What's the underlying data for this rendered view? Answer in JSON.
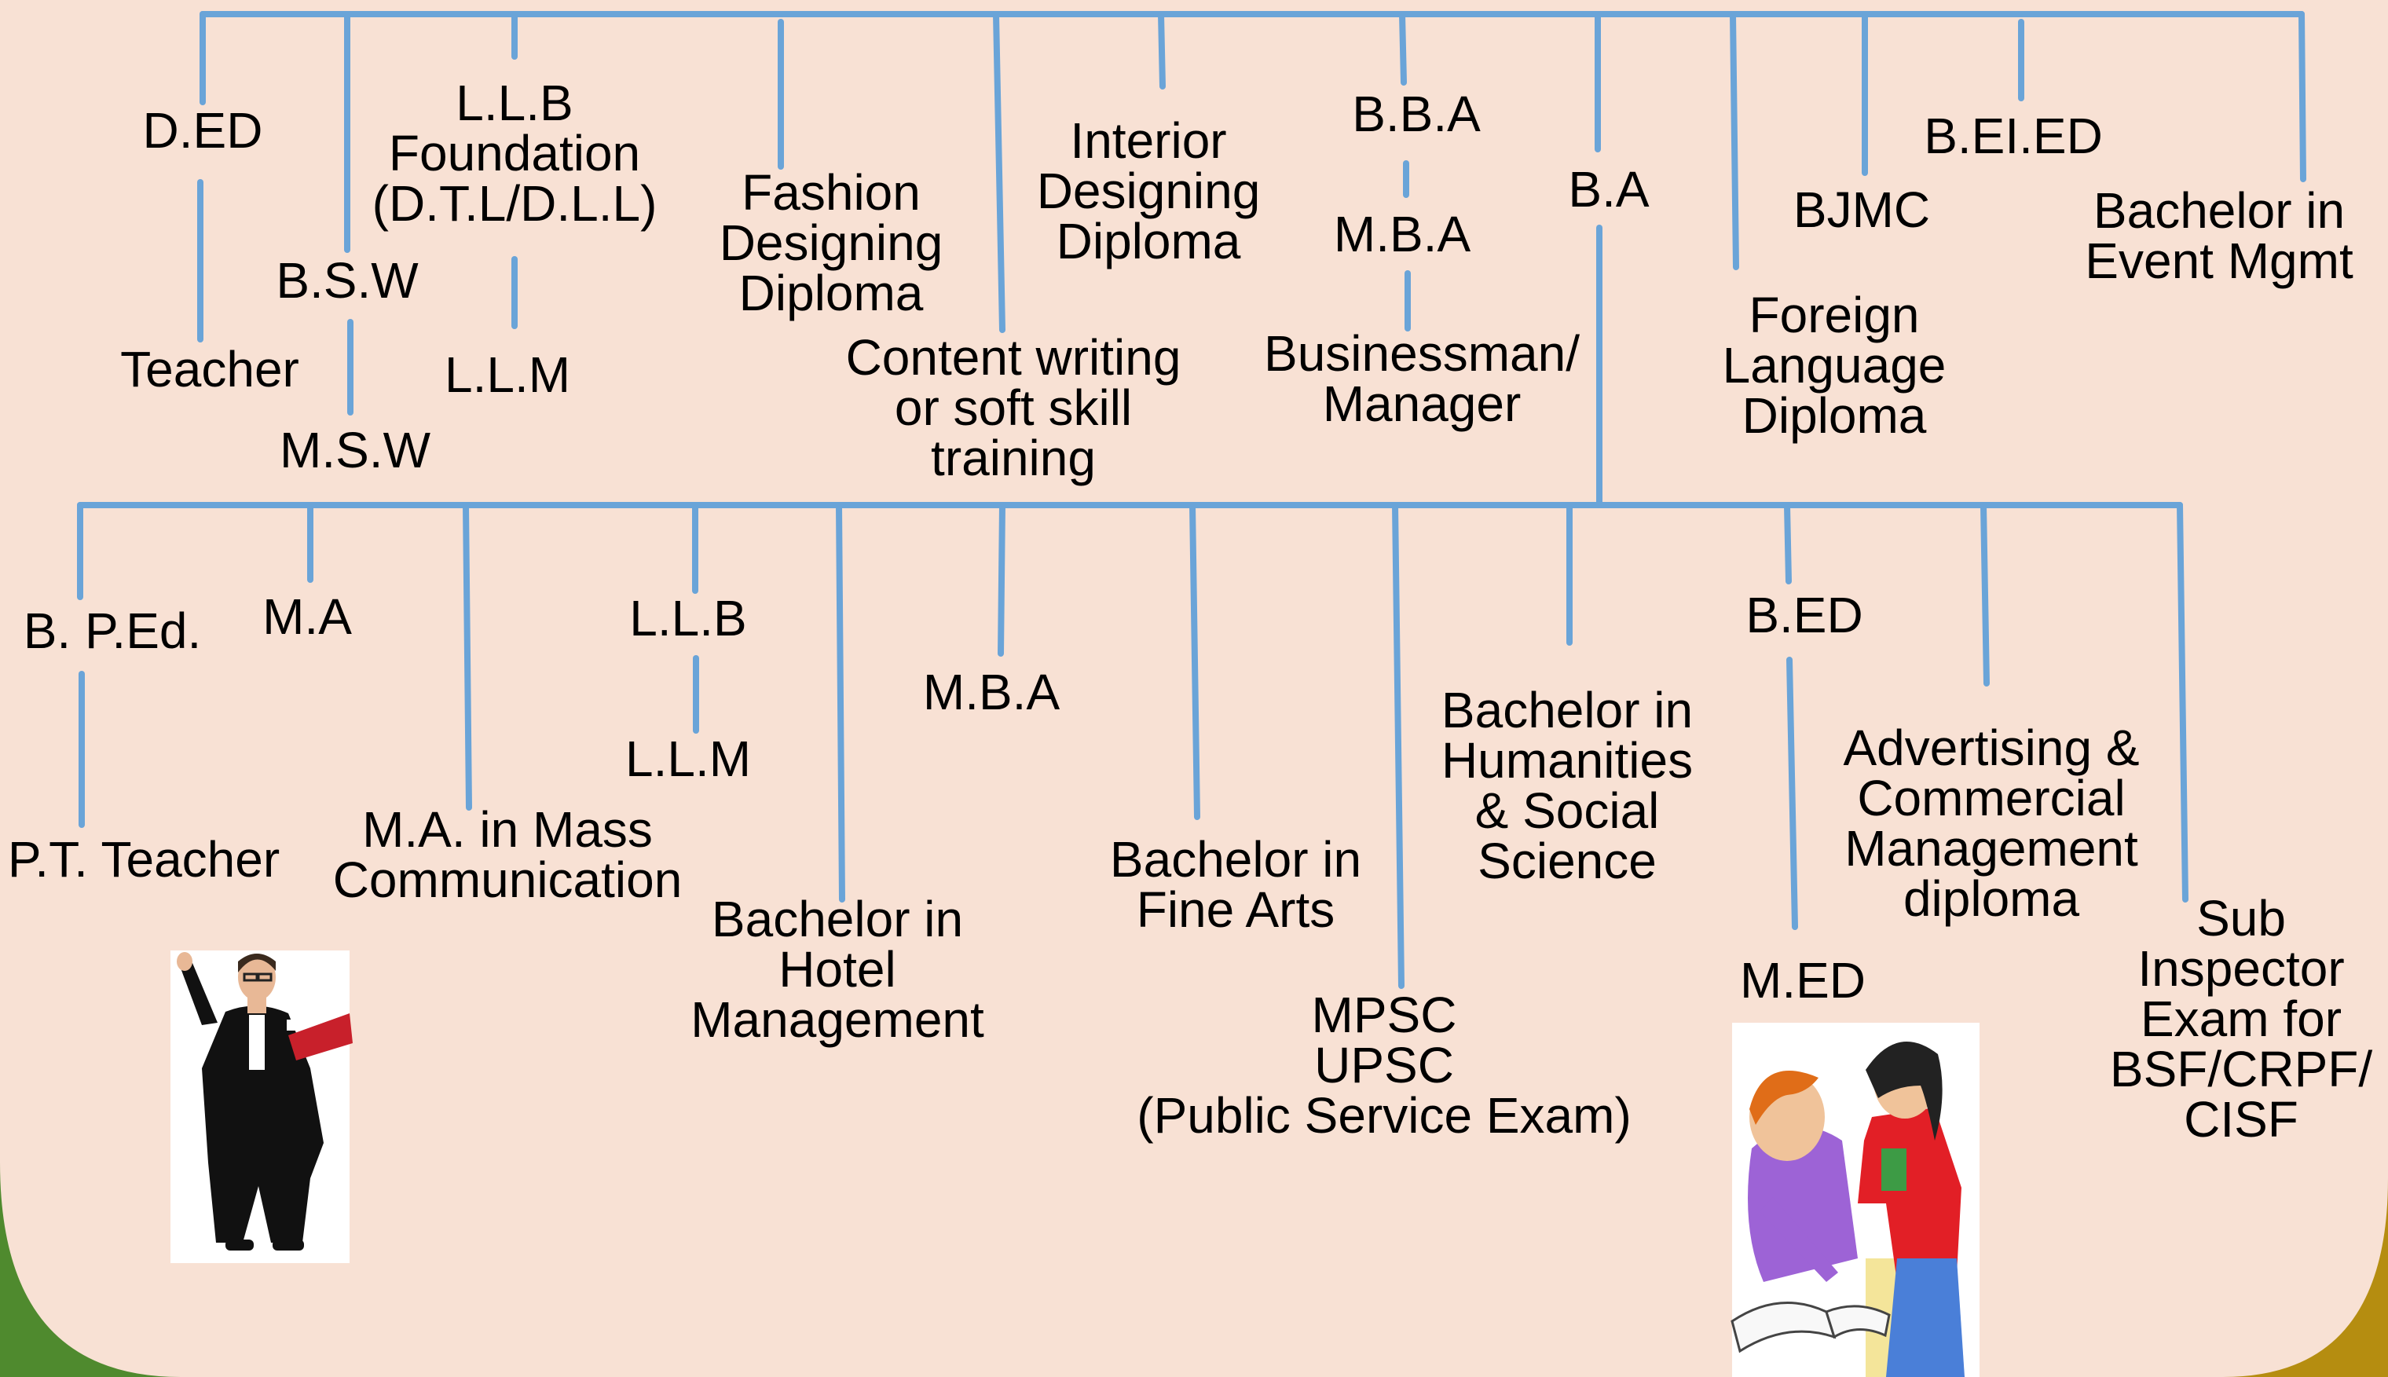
{
  "colors": {
    "background": "#f8e1d4",
    "connector": "#6aa4d8",
    "corner_left": "#4f8a2e",
    "corner_right": "#b58d10"
  },
  "labels": {
    "ded": "D.ED",
    "teacher": "Teacher",
    "bsw": "B.S.W",
    "msw": "M.S.W",
    "llb_foundation": "L.L.B\nFoundation\n(D.T.L/D.L.L)",
    "llm_top": "L.L.M",
    "fashion": "Fashion\nDesigning\nDiploma",
    "content": "Content writing\nor soft skill\ntraining",
    "interior": "Interior\nDesigning\nDiploma",
    "bba": "B.B.A",
    "mba_top": "M.B.A",
    "businessman": "Businessman/\nManager",
    "ba": "B.A",
    "foreign": "Foreign\nLanguage\nDiploma",
    "bjmc": "BJMC",
    "beied": "B.EI.ED",
    "event": "Bachelor in\nEvent Mgmt",
    "bped": "B. P.Ed.",
    "pt_teacher": "P.T. Teacher",
    "ma": "M.A",
    "ma_mass": "M.A. in Mass\nCommunication",
    "llb": "L.L.B",
    "llm_bottom": "L.L.M",
    "hotel": "Bachelor in\nHotel\nManagement",
    "mba_bottom": "M.B.A",
    "fine_arts": "Bachelor in\nFine Arts",
    "mpsc": "MPSC\nUPSC\n(Public Service Exam)",
    "humanities": "Bachelor in\nHumanities\n& Social\nScience",
    "bed": "B.ED",
    "med": "M.ED",
    "advertising": "Advertising &\nCommercial\nManagement\ndiploma",
    "sub_inspector": "Sub\nInspector\nExam for\nBSF/CRPF/\nCISF"
  },
  "icons": {
    "lawyer": "lawyer-clipart-icon",
    "students": "students-reading-clipart-icon"
  }
}
